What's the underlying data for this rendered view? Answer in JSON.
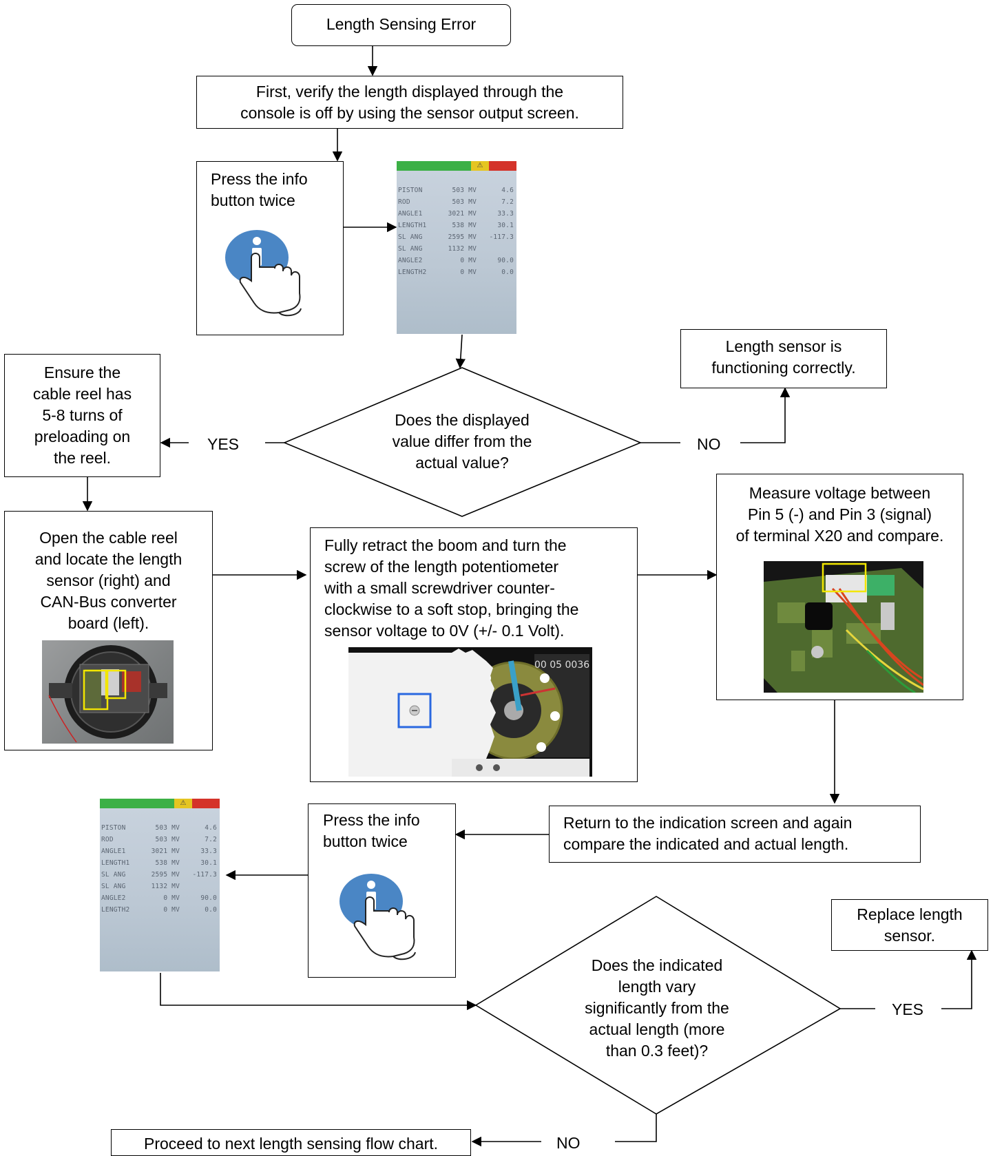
{
  "start": {
    "label": "Length Sensing Error"
  },
  "step_verify": {
    "label": "First, verify the length displayed through the\nconsole is off by using the sensor output screen."
  },
  "step_press_info_1": {
    "label": "Press the info\nbutton twice"
  },
  "step_press_info_2": {
    "label": "Press the info\nbutton twice"
  },
  "info_screen": {
    "warning_glyph": "⚠",
    "rows": [
      {
        "name": "PISTON",
        "mv": "503 MV",
        "value": "4.6"
      },
      {
        "name": "ROD",
        "mv": "503 MV",
        "value": "7.2"
      },
      {
        "name": "ANGLE1",
        "mv": "3021 MV",
        "value": "33.3"
      },
      {
        "name": "LENGTH1",
        "mv": "538 MV",
        "value": "30.1"
      },
      {
        "name": "SL ANG",
        "mv": "2595 MV",
        "value": "-117.3"
      },
      {
        "name": "SL ANG",
        "mv": "1132 MV",
        "value": ""
      },
      {
        "name": "ANGLE2",
        "mv": "0 MV",
        "value": "90.0"
      },
      {
        "name": "LENGTH2",
        "mv": "0 MV",
        "value": "0.0"
      }
    ]
  },
  "decision_1": {
    "label": "Does the displayed\nvalue differ from the\nactual value?",
    "yes_label": "YES",
    "no_label": "NO"
  },
  "result_ok": {
    "label": "Length sensor is\nfunctioning correctly."
  },
  "step_preload": {
    "label": "Ensure the\ncable reel has\n5-8 turns of\npreloading on\nthe reel."
  },
  "step_open_reel": {
    "label": "Open the cable reel\nand locate the length\nsensor (right) and\nCAN-Bus converter\nboard (left)."
  },
  "step_retract": {
    "label": "Fully retract the boom and turn the\nscrew of the length potentiometer\nwith a small screwdriver counter-\nclockwise to a soft stop, bringing the\nsensor voltage to 0V (+/- 0.1 Volt)."
  },
  "step_measure": {
    "label": "Measure voltage between\nPin 5 (-) and Pin 3 (signal)\nof terminal X20 and compare."
  },
  "step_return": {
    "label": "Return to the indication screen and again\ncompare the indicated and actual length."
  },
  "decision_2": {
    "label": "Does the indicated\nlength vary\nsignificantly from the\nactual length  (more\nthan 0.3 feet)?",
    "yes_label": "YES",
    "no_label": "NO"
  },
  "result_replace": {
    "label": "Replace length\nsensor."
  },
  "result_next": {
    "label": "Proceed to next length sensing flow chart."
  },
  "photo_gear_text": "00 05 0036",
  "colors": {
    "lcd_green": "#3cb046",
    "lcd_yellow": "#e5c521",
    "lcd_red": "#d4332a",
    "info_blue": "#4a86c5",
    "highlight_yellow": "#f2e600",
    "highlight_blue": "#2a68e0"
  }
}
